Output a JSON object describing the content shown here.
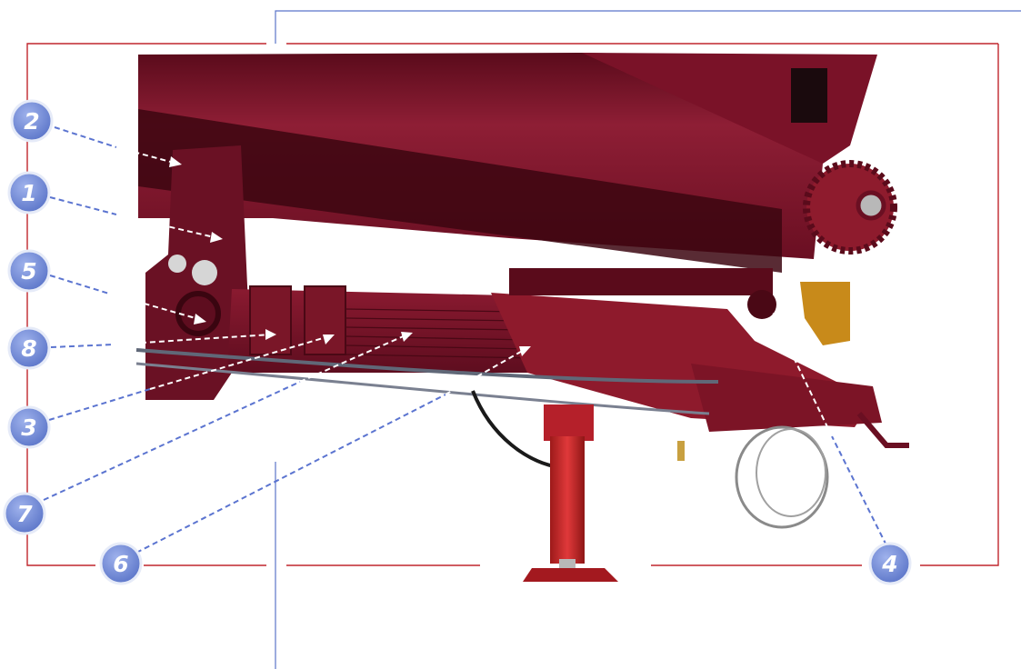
{
  "colors": {
    "frame_red": "#c0272d",
    "guide_blue": "#5b74c9",
    "callout_fill": "#6f89d6",
    "callout_ring": "#e6ebf8",
    "arrow_blue": "#5b74d0",
    "arrow_white": "#ffffff",
    "body_red": "#7e1228",
    "body_dark": "#4a0815"
  },
  "callouts": [
    {
      "id": "c2",
      "label": "2"
    },
    {
      "id": "c1",
      "label": "1"
    },
    {
      "id": "c5",
      "label": "5"
    },
    {
      "id": "c8",
      "label": "8"
    },
    {
      "id": "c3",
      "label": "3"
    },
    {
      "id": "c7",
      "label": "7"
    },
    {
      "id": "c6",
      "label": "6"
    },
    {
      "id": "c4",
      "label": "4"
    }
  ]
}
